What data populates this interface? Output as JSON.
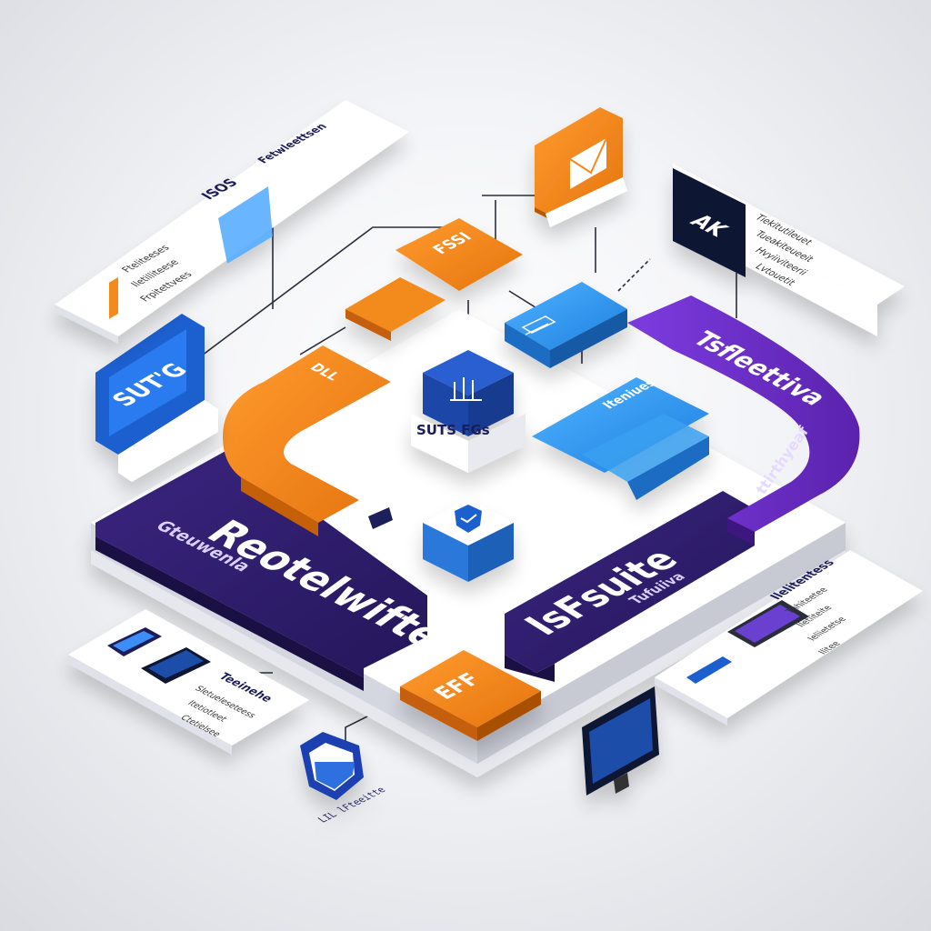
{
  "colors": {
    "purple_dark": "#34206b",
    "purple": "#6a2fc7",
    "orange": "#f28a1f",
    "orange_dark": "#d86d10",
    "blue": "#1f5fcf",
    "sky": "#3aa0f0",
    "navy": "#1c1f5a",
    "white": "#ffffff",
    "line": "#2a2d3a"
  },
  "platform": {
    "left_label": "Reotelwifte",
    "right_label": "IsFsuite",
    "left_sublabel": "Gteuwenla",
    "right_sublabel": "Tufuiiva",
    "ring_label_top": "Tsfleettiva",
    "ring_label_side": "ttirthyeaf"
  },
  "modules": {
    "left_block_label": "SUT'G",
    "center_cube_label": "SUTS FGs",
    "orange_top_label": "FSSI",
    "orange_left_label": "DLL",
    "orange_bottom_label": "EFF",
    "blue_panel_label": "Iteniues",
    "mail_icon": "envelope-icon",
    "shield_icon": "shield-icon"
  },
  "cards": {
    "top_left": {
      "title": "ISOS",
      "subtitle": "Fetwleettsen",
      "lines": [
        "Fteliteeses",
        "Iletilliteese",
        "Frpitettvees"
      ]
    },
    "top_right": {
      "title": "AK",
      "lines": [
        "Tiekitutileuet",
        "Tueakiteueeit",
        "Hvyiiviteerii",
        "Lvtouetit"
      ]
    },
    "bottom_left": {
      "title": "Teeinehe",
      "lines": [
        "Sletueleseteess",
        "Itetiotleet",
        "Ctetielsee"
      ]
    },
    "bottom_right": {
      "title": "Ilelitentess",
      "lines": [
        "Thhiteetee",
        "Iletiiteite",
        "Ieliietetse",
        "Ilitee"
      ]
    }
  },
  "footer": {
    "shield_caption": "LIL lFteeitte"
  }
}
